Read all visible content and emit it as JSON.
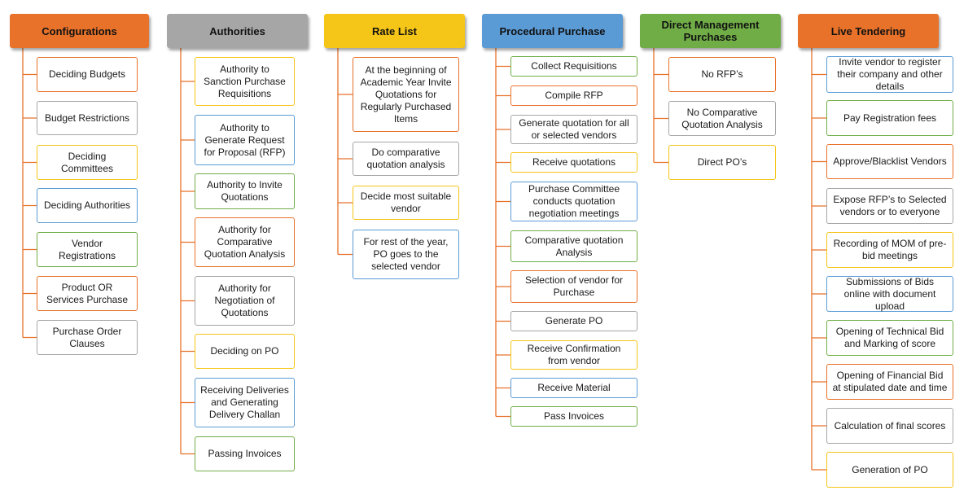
{
  "colors": {
    "orange": "#E8722A",
    "gray": "#A6A6A6",
    "yellow": "#F5C518",
    "blue": "#5B9BD5",
    "green": "#70AD47",
    "connector": "#E8722A"
  },
  "columns": [
    {
      "key": "configurations",
      "title": "Configurations",
      "color": "orange",
      "items": [
        {
          "label": "Deciding Budgets",
          "color": "orange"
        },
        {
          "label": "Budget Restrictions",
          "color": "gray"
        },
        {
          "label": "Deciding Committees",
          "color": "yellow"
        },
        {
          "label": "Deciding Authorities",
          "color": "blue"
        },
        {
          "label": "Vendor Registrations",
          "color": "green"
        },
        {
          "label": "Product OR Services Purchase",
          "color": "orange"
        },
        {
          "label": "Purchase Order Clauses",
          "color": "gray"
        }
      ]
    },
    {
      "key": "authorities",
      "title": "Authorities",
      "color": "gray",
      "items": [
        {
          "label": "Authority to Sanction Purchase Requisitions",
          "color": "yellow"
        },
        {
          "label": "Authority to Generate Request for Proposal (RFP)",
          "color": "blue"
        },
        {
          "label": "Authority to Invite Quotations",
          "color": "green"
        },
        {
          "label": "Authority for Comparative Quotation Analysis",
          "color": "orange"
        },
        {
          "label": "Authority for Negotiation of Quotations",
          "color": "gray"
        },
        {
          "label": "Deciding on PO",
          "color": "yellow"
        },
        {
          "label": "Receiving Deliveries and Generating Delivery Challan",
          "color": "blue"
        },
        {
          "label": "Passing Invoices",
          "color": "green"
        }
      ]
    },
    {
      "key": "rate_list",
      "title": "Rate List",
      "color": "yellow",
      "items": [
        {
          "label": "At the beginning of Academic Year Invite Quotations for Regularly Purchased Items",
          "color": "orange"
        },
        {
          "label": "Do comparative quotation analysis",
          "color": "gray"
        },
        {
          "label": "Decide most suitable vendor",
          "color": "yellow"
        },
        {
          "label": "For rest of the year, PO goes to the selected vendor",
          "color": "blue"
        }
      ]
    },
    {
      "key": "procedural_purchase",
      "title": "Procedural Purchase",
      "color": "blue",
      "items": [
        {
          "label": "Collect Requisitions",
          "color": "green"
        },
        {
          "label": "Compile RFP",
          "color": "orange"
        },
        {
          "label": "Generate quotation for all or selected vendors",
          "color": "gray"
        },
        {
          "label": "Receive quotations",
          "color": "yellow"
        },
        {
          "label": "Purchase Committee conducts quotation negotiation meetings",
          "color": "blue"
        },
        {
          "label": "Comparative quotation Analysis",
          "color": "green"
        },
        {
          "label": "Selection of vendor for Purchase",
          "color": "orange"
        },
        {
          "label": "Generate PO",
          "color": "gray"
        },
        {
          "label": "Receive Confirmation from vendor",
          "color": "yellow"
        },
        {
          "label": "Receive Material",
          "color": "blue"
        },
        {
          "label": "Pass Invoices",
          "color": "green"
        }
      ]
    },
    {
      "key": "direct_management",
      "title": "Direct Management Purchases",
      "color": "green",
      "items": [
        {
          "label": "No RFP’s",
          "color": "orange"
        },
        {
          "label": "No Comparative Quotation Analysis",
          "color": "gray"
        },
        {
          "label": "Direct PO’s",
          "color": "yellow"
        }
      ]
    },
    {
      "key": "live_tendering",
      "title": "Live Tendering",
      "color": "orange",
      "items": [
        {
          "label": "Invite vendor to register their company and other details",
          "color": "blue"
        },
        {
          "label": "Pay Registration fees",
          "color": "green"
        },
        {
          "label": "Approve/Blacklist Vendors",
          "color": "orange"
        },
        {
          "label": "Expose RFP’s to Selected vendors or to everyone",
          "color": "gray"
        },
        {
          "label": "Recording of MOM of pre-bid meetings",
          "color": "yellow"
        },
        {
          "label": "Submissions of Bids online with document upload",
          "color": "blue"
        },
        {
          "label": "Opening of Technical Bid and Marking of score",
          "color": "green"
        },
        {
          "label": "Opening of Financial Bid at stipulated date and time",
          "color": "orange"
        },
        {
          "label": "Calculation of final scores",
          "color": "gray"
        },
        {
          "label": "Generation of PO",
          "color": "yellow"
        }
      ]
    }
  ]
}
